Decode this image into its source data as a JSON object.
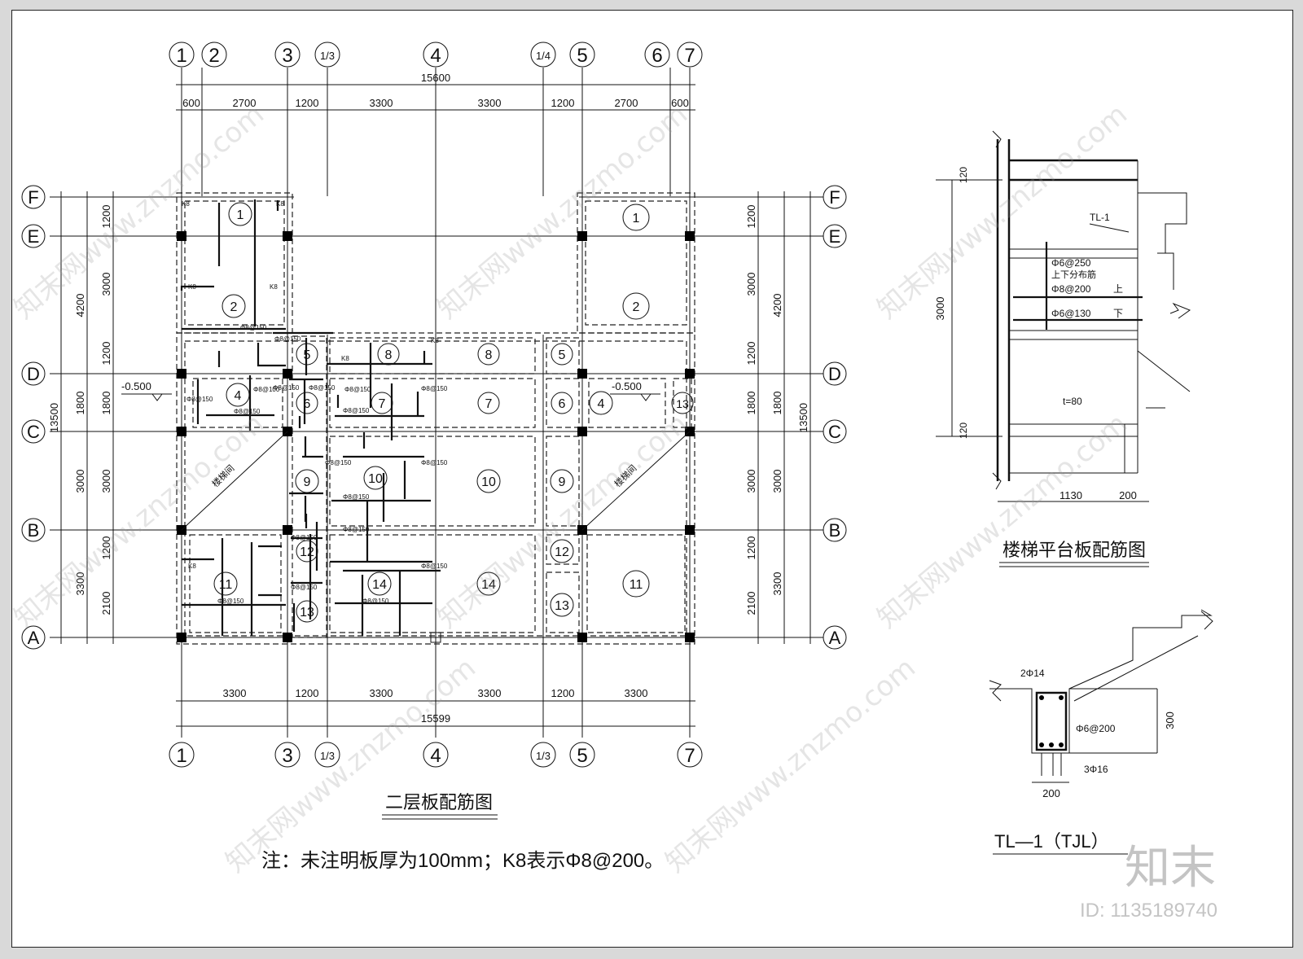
{
  "main_plan": {
    "title": "二层板配筋图",
    "note": "注：未注明板厚为100mm；K8表示Φ8@200。",
    "axes_top": [
      "1",
      "2",
      "3",
      "1/3",
      "4",
      "1/4",
      "5",
      "6",
      "7"
    ],
    "axes_bottom": [
      "1",
      "3",
      "1/3",
      "4",
      "1/3",
      "5",
      "7"
    ],
    "axes_rows": [
      "F",
      "E",
      "D",
      "C",
      "B",
      "A"
    ],
    "total_top": "15600",
    "total_bottom": "15599",
    "dims_top": [
      "600",
      "2700",
      "1200",
      "3300",
      "3300",
      "1200",
      "2700",
      "600"
    ],
    "dims_bottom": [
      "3300",
      "1200",
      "3300",
      "3300",
      "1200",
      "3300"
    ],
    "dims_left_outer": [
      "4200",
      "1800",
      "3000",
      "3300"
    ],
    "dims_left_inner": [
      "1200",
      "3000",
      "1200",
      "1800",
      "3000",
      "1200",
      "2100"
    ],
    "dims_right_inner": [
      "1200",
      "3000",
      "1200",
      "1800",
      "3000",
      "1200",
      "2100"
    ],
    "dims_right_outer": [
      "4200",
      "1800",
      "3000",
      "3300"
    ],
    "overall_height": "13500",
    "level_mark": "-0.500",
    "stair_label": "楼梯间",
    "rebar_labels": [
      "Φ8@150",
      "K8",
      "Φ8@100"
    ],
    "slab_numbers_left": [
      "1",
      "2",
      "5",
      "8",
      "4",
      "6",
      "7",
      "7",
      "10",
      "9",
      "10",
      "12",
      "11",
      "14",
      "14",
      "13"
    ],
    "slab_numbers_right": [
      "1",
      "2",
      "5",
      "6",
      "4",
      "13",
      "9",
      "12",
      "11",
      "13",
      "8",
      "10"
    ]
  },
  "stair_detail": {
    "title": "楼梯平台板配筋图",
    "dim_height": "3000",
    "dim_top": "120",
    "dim_bottom": "120",
    "dim_width": "1130",
    "dim_wall": "200",
    "beam_tag": "TL-1",
    "rebar_1": "Φ6@250",
    "rebar_1_note": "上下分布筋",
    "rebar_2": "Φ8@200",
    "rebar_2_pos": "上",
    "rebar_3": "Φ6@130",
    "rebar_3_pos": "下",
    "thickness": "t=80"
  },
  "beam_section": {
    "title": "TL—1（TJL）",
    "top_bars": "2Φ14",
    "stirrups": "Φ6@200",
    "bottom_bars": "3Φ16",
    "height": "300",
    "width": "200"
  },
  "watermark": {
    "logo": "知末",
    "id": "ID: 1135189740",
    "site": "知末网www.znzmo.com"
  }
}
